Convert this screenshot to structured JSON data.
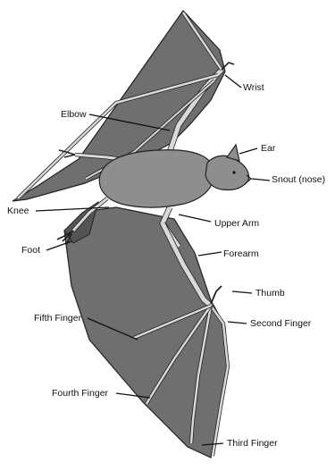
{
  "colors": {
    "membrane": "#6f6f6f",
    "membrane_dark": "#545454",
    "bone": "#d9d9d9",
    "bone_edge": "#222222",
    "body": "#8e8e8e",
    "leader": "#111111"
  },
  "labels": {
    "wrist": "Wrist",
    "elbow": "Elbow",
    "ear": "Ear",
    "snout": "Snout (nose)",
    "knee": "Knee",
    "upper_arm": "Upper Arm",
    "foot": "Foot",
    "forearm": "Forearm",
    "thumb": "Thumb",
    "fifth_finger": "Fifth Finger",
    "second_finger": "Second Finger",
    "fourth_finger": "Fourth Finger",
    "third_finger": "Third Finger"
  }
}
